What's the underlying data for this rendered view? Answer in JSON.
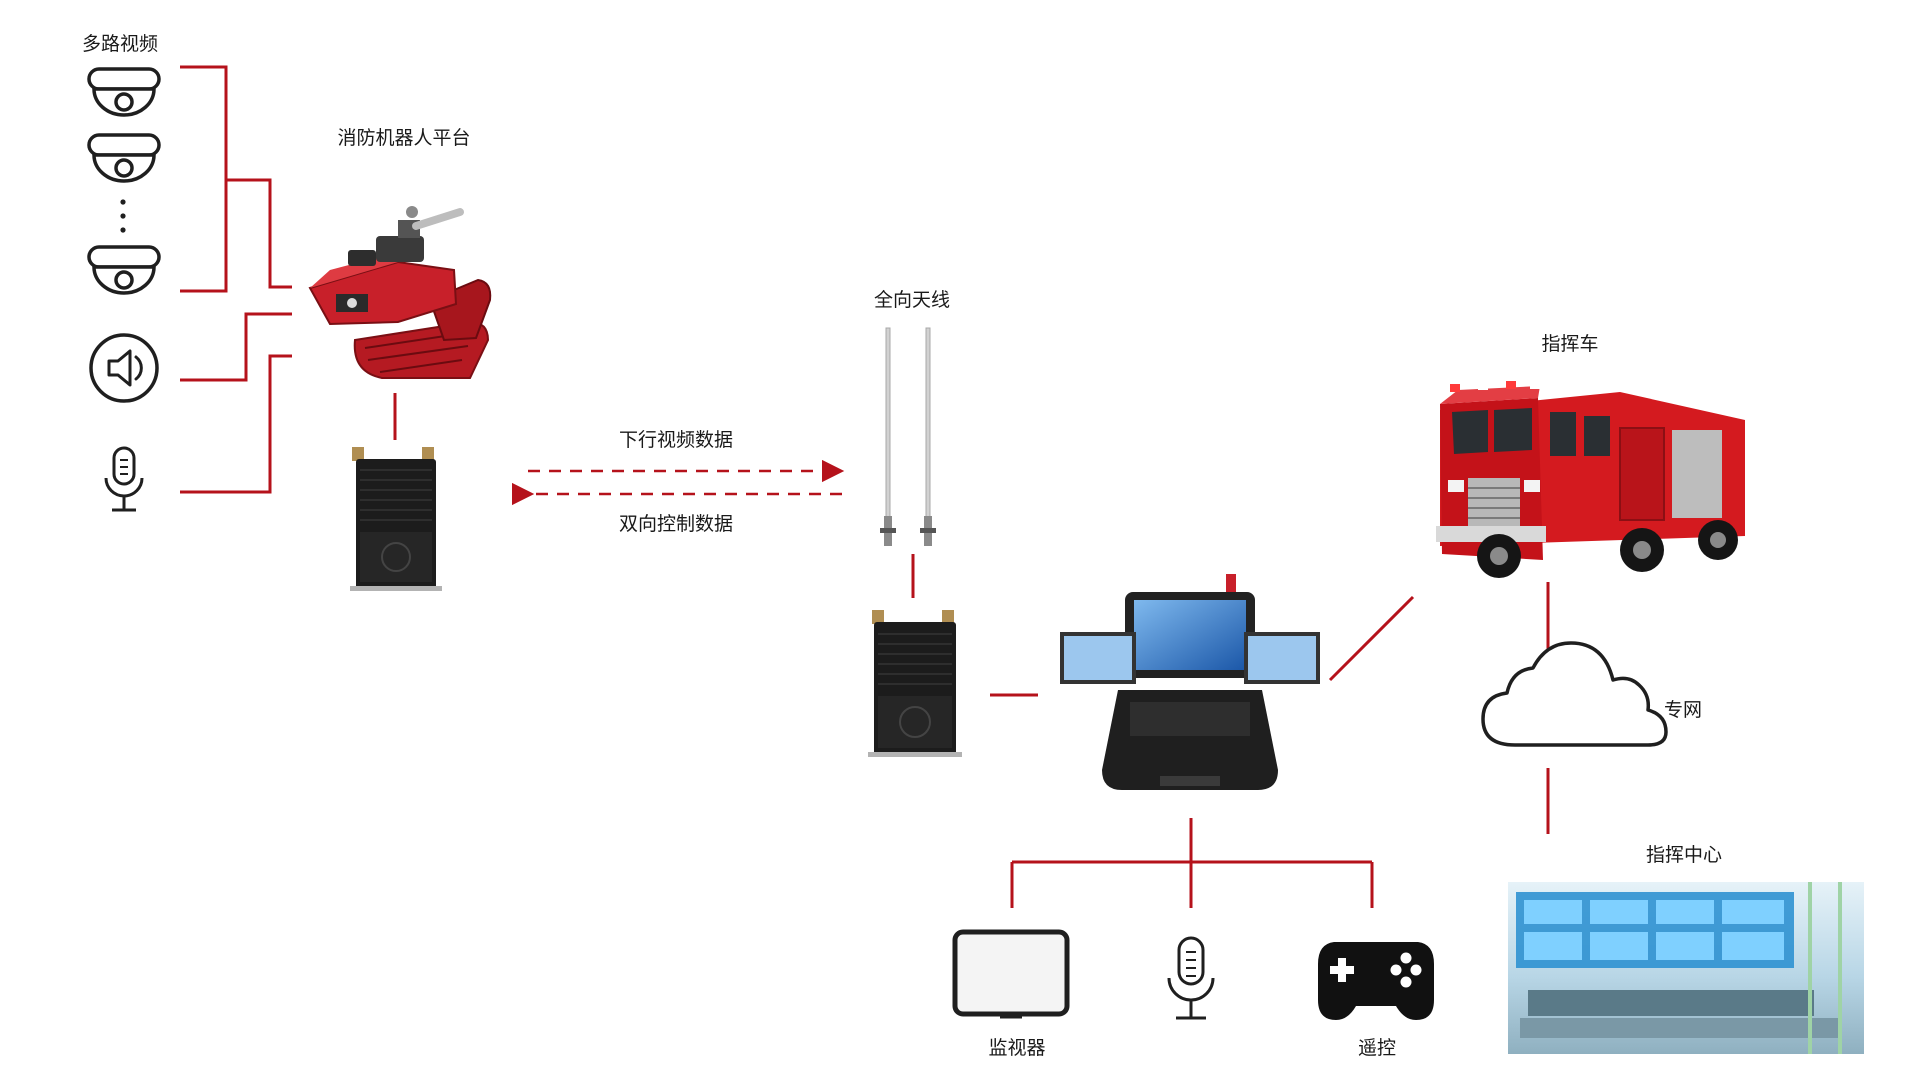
{
  "labels": {
    "multi_video": "多路视频",
    "robot_platform": "消防机器人平台",
    "omni_antenna": "全向天线",
    "downlink_video": "下行视频数据",
    "bidirectional_control": "双向控制数据",
    "command_vehicle": "指挥车",
    "private_network": "专网",
    "command_center": "指挥中心",
    "monitor": "监视器",
    "remote_control": "遥控"
  },
  "icons": {
    "camera": "dome-camera-icon",
    "speaker": "speaker-icon",
    "microphone": "microphone-icon",
    "monitor": "monitor-icon",
    "gamepad": "gamepad-icon",
    "cloud": "cloud-icon"
  },
  "colors": {
    "connector": "#b5121b",
    "robot": "#c8202a",
    "fire_truck": "#d41a1f",
    "radio_unit": "#1c1c1c",
    "screen": "#2f7ad0",
    "icon_stroke": "#1f1f1f"
  }
}
